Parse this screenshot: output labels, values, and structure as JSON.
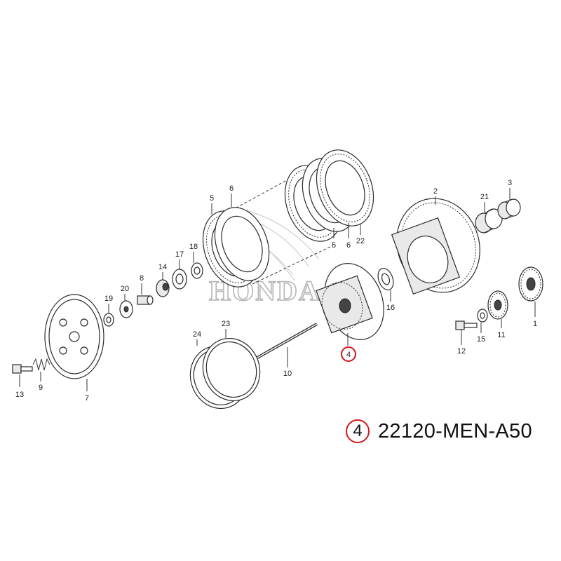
{
  "diagram": {
    "watermark": "HONDA",
    "highlight_color": "#d4171b",
    "callouts": [
      {
        "id": "c1",
        "label": "1"
      },
      {
        "id": "c2",
        "label": "2"
      },
      {
        "id": "c3",
        "label": "3"
      },
      {
        "id": "c4",
        "label": "4",
        "highlighted": true
      },
      {
        "id": "c5a",
        "label": "5"
      },
      {
        "id": "c5b",
        "label": "5"
      },
      {
        "id": "c6a",
        "label": "6"
      },
      {
        "id": "c6b",
        "label": "6"
      },
      {
        "id": "c7",
        "label": "7"
      },
      {
        "id": "c8",
        "label": "8"
      },
      {
        "id": "c9",
        "label": "9"
      },
      {
        "id": "c10",
        "label": "10"
      },
      {
        "id": "c11",
        "label": "11"
      },
      {
        "id": "c12",
        "label": "12"
      },
      {
        "id": "c13",
        "label": "13"
      },
      {
        "id": "c14",
        "label": "14"
      },
      {
        "id": "c15",
        "label": "15"
      },
      {
        "id": "c16",
        "label": "16"
      },
      {
        "id": "c17",
        "label": "17"
      },
      {
        "id": "c18",
        "label": "18"
      },
      {
        "id": "c19",
        "label": "19"
      },
      {
        "id": "c20",
        "label": "20"
      },
      {
        "id": "c21",
        "label": "21"
      },
      {
        "id": "c22",
        "label": "22"
      },
      {
        "id": "c23",
        "label": "23"
      },
      {
        "id": "c24",
        "label": "24"
      }
    ]
  },
  "result": {
    "ref_number": "4",
    "part_number": "22120-MEN-A50"
  }
}
